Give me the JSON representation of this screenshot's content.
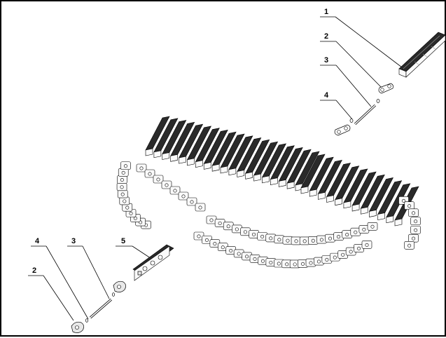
{
  "diagram": {
    "callouts": [
      {
        "id": "c1",
        "label": "1",
        "part": "track-pad"
      },
      {
        "id": "c2a",
        "label": "2",
        "part": "link-pair-upper"
      },
      {
        "id": "c3a",
        "label": "3",
        "part": "pin-upper"
      },
      {
        "id": "c4a",
        "label": "4",
        "part": "clip-upper"
      },
      {
        "id": "c5",
        "label": "5",
        "part": "track-shoe"
      },
      {
        "id": "c4b",
        "label": "4",
        "part": "clip-lower"
      },
      {
        "id": "c3b",
        "label": "3",
        "part": "pin-lower"
      },
      {
        "id": "c2b",
        "label": "2",
        "part": "link-pair-lower"
      }
    ]
  }
}
